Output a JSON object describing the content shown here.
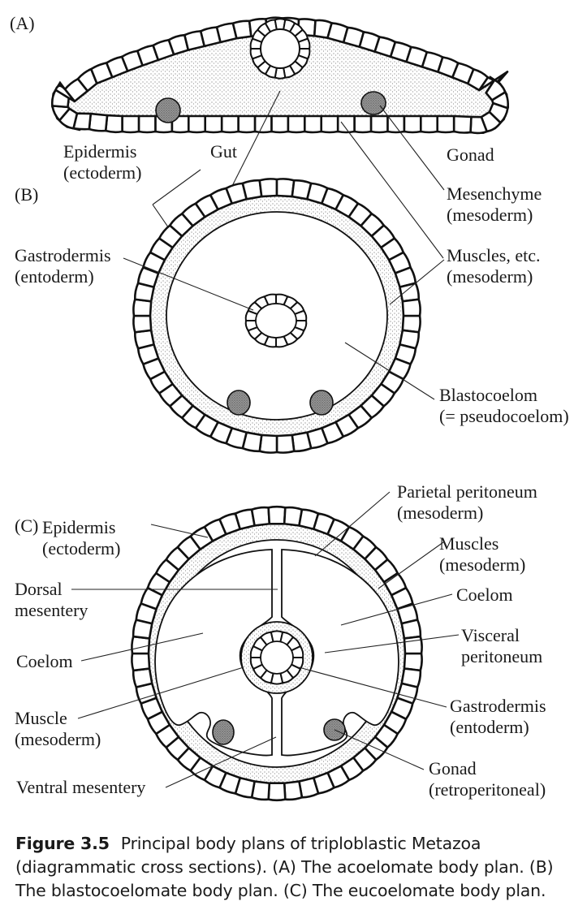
{
  "figure": {
    "number": "Figure 3.5",
    "caption": "Principal body plans of triploblastic Metazoa (diagrammatic cross sections). (A) The acoelomate body plan. (B) The blastocoelomate body plan. (C) The eucoelo­mate body plan."
  },
  "panels": {
    "A": {
      "tag": "(A)",
      "title": "Acoelomate body plan",
      "labels": {
        "epidermis": [
          "Epidermis",
          "(ectoderm)"
        ],
        "gut": [
          "Gut"
        ],
        "gonad": [
          "Gonad"
        ],
        "mesenchyme": [
          "Mesenchyme",
          "(mesoderm)"
        ]
      }
    },
    "B": {
      "tag": "(B)",
      "title": "Blastocoelomate body plan",
      "labels": {
        "gastrodermis": [
          "Gastrodermis",
          "(entoderm)"
        ],
        "muscles": [
          "Muscles, etc.",
          "(mesoderm)"
        ],
        "blastocoelom": [
          "Blastocoelom",
          "(= pseudocoelom)"
        ]
      }
    },
    "C": {
      "tag": "(C)",
      "title": "Eucoelomate body plan",
      "labels": {
        "epidermis": [
          "Epidermis",
          "(ectoderm)"
        ],
        "parietal": [
          "Parietal peritoneum",
          "(mesoderm)"
        ],
        "muscles": [
          "Muscles",
          "(mesoderm)"
        ],
        "dorsal": [
          "Dorsal",
          "mesentery"
        ],
        "coelom_right": [
          "Coelom"
        ],
        "coelom_left": [
          "Coelom"
        ],
        "visceral": [
          "Visceral",
          "peritoneum"
        ],
        "muscle": [
          "Muscle",
          "(mesoderm)"
        ],
        "gastrodermis": [
          "Gastrodermis",
          "(entoderm)"
        ],
        "ventral": [
          "Ventral mesentery"
        ],
        "gonad": [
          "Gonad",
          "(retroperitoneal)"
        ]
      }
    }
  },
  "colors": {
    "ink": "#111111",
    "stipple": "#b8b8b8",
    "gonad": "#7a7a7a",
    "background": "#ffffff"
  }
}
